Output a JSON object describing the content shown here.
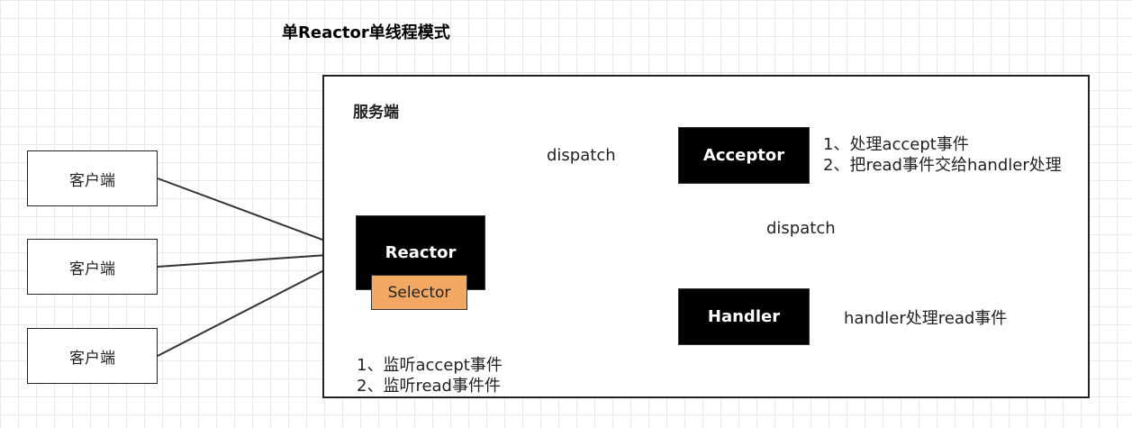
{
  "title": "单Reactor单线程模式",
  "server": {
    "label": "服务端",
    "reactor": "Reactor",
    "selector": "Selector",
    "acceptor": "Acceptor",
    "handler": "Handler",
    "dispatch_to_acceptor": "dispatch",
    "dispatch_to_handler": "dispatch",
    "reactor_notes": [
      "1、监听accept事件",
      "2、监听read事件件"
    ],
    "acceptor_notes": [
      "1、处理accept事件",
      "2、把read事件交给handler处理"
    ],
    "handler_note": "handler处理read事件"
  },
  "clients": [
    {
      "label": "客户端"
    },
    {
      "label": "客户端"
    },
    {
      "label": "客户端"
    }
  ]
}
